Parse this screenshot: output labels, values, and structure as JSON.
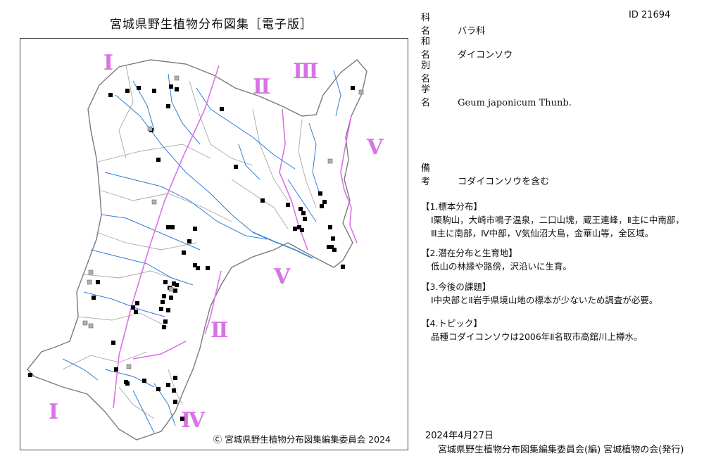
{
  "title": "宮城県野生植物分布図集［電子版］",
  "copyright": "Ⓒ 宮城県野生植物分布図集編集委員会 2024",
  "region_labels": [
    "Ⅰ",
    "Ⅱ",
    "Ⅲ",
    "Ⅴ",
    "Ⅴ",
    "Ⅱ",
    "Ⅰ",
    "Ⅳ"
  ],
  "colors": {
    "rivers": "#2f7fd6",
    "boundaries": "#d873e6",
    "municipal_lines": "#9a9a9a",
    "specimen_marker": "#000000",
    "potential_marker": "#b0b0b0"
  },
  "info": {
    "family_key": "科 名",
    "family": "バラ科",
    "id": "ID 21694",
    "japanese_name_key": "和 名",
    "japanese_name": "ダイコンソウ",
    "alt_name_key": "別 名",
    "alt_name": "",
    "scientific_name_key": "学 名",
    "scientific_name": "Geum japonicum Thunb.",
    "remarks_key": "備 考",
    "remarks": "コダイコンソウを含む"
  },
  "sections": [
    {
      "heading": "【1.標本分布】",
      "lines": [
        "Ⅰ栗駒山，大崎市鳴子温泉，二口山塊，蔵王連峰，Ⅱ主に中南部，",
        "Ⅲ主に南部，Ⅳ中部，Ⅴ気仙沼大島，金華山等，全区域。"
      ]
    },
    {
      "heading": "【2.潜在分布と生育地】",
      "lines": [
        "低山の林縁や路傍，沢沿いに生育。"
      ]
    },
    {
      "heading": "【3.今後の課題】",
      "lines": [
        "Ⅰ中央部とⅡ岩手県境山地の標本が少ないため調査が必要。"
      ]
    },
    {
      "heading": "【4.トピック】",
      "lines": [
        "品種コダイコンソウは2006年Ⅱ名取市高舘川上樽水。"
      ]
    }
  ],
  "date": "2024年4月27日",
  "publisher": "宮城県野生植物分布図集編集委員会(編) 宮城植物の会(発行)"
}
